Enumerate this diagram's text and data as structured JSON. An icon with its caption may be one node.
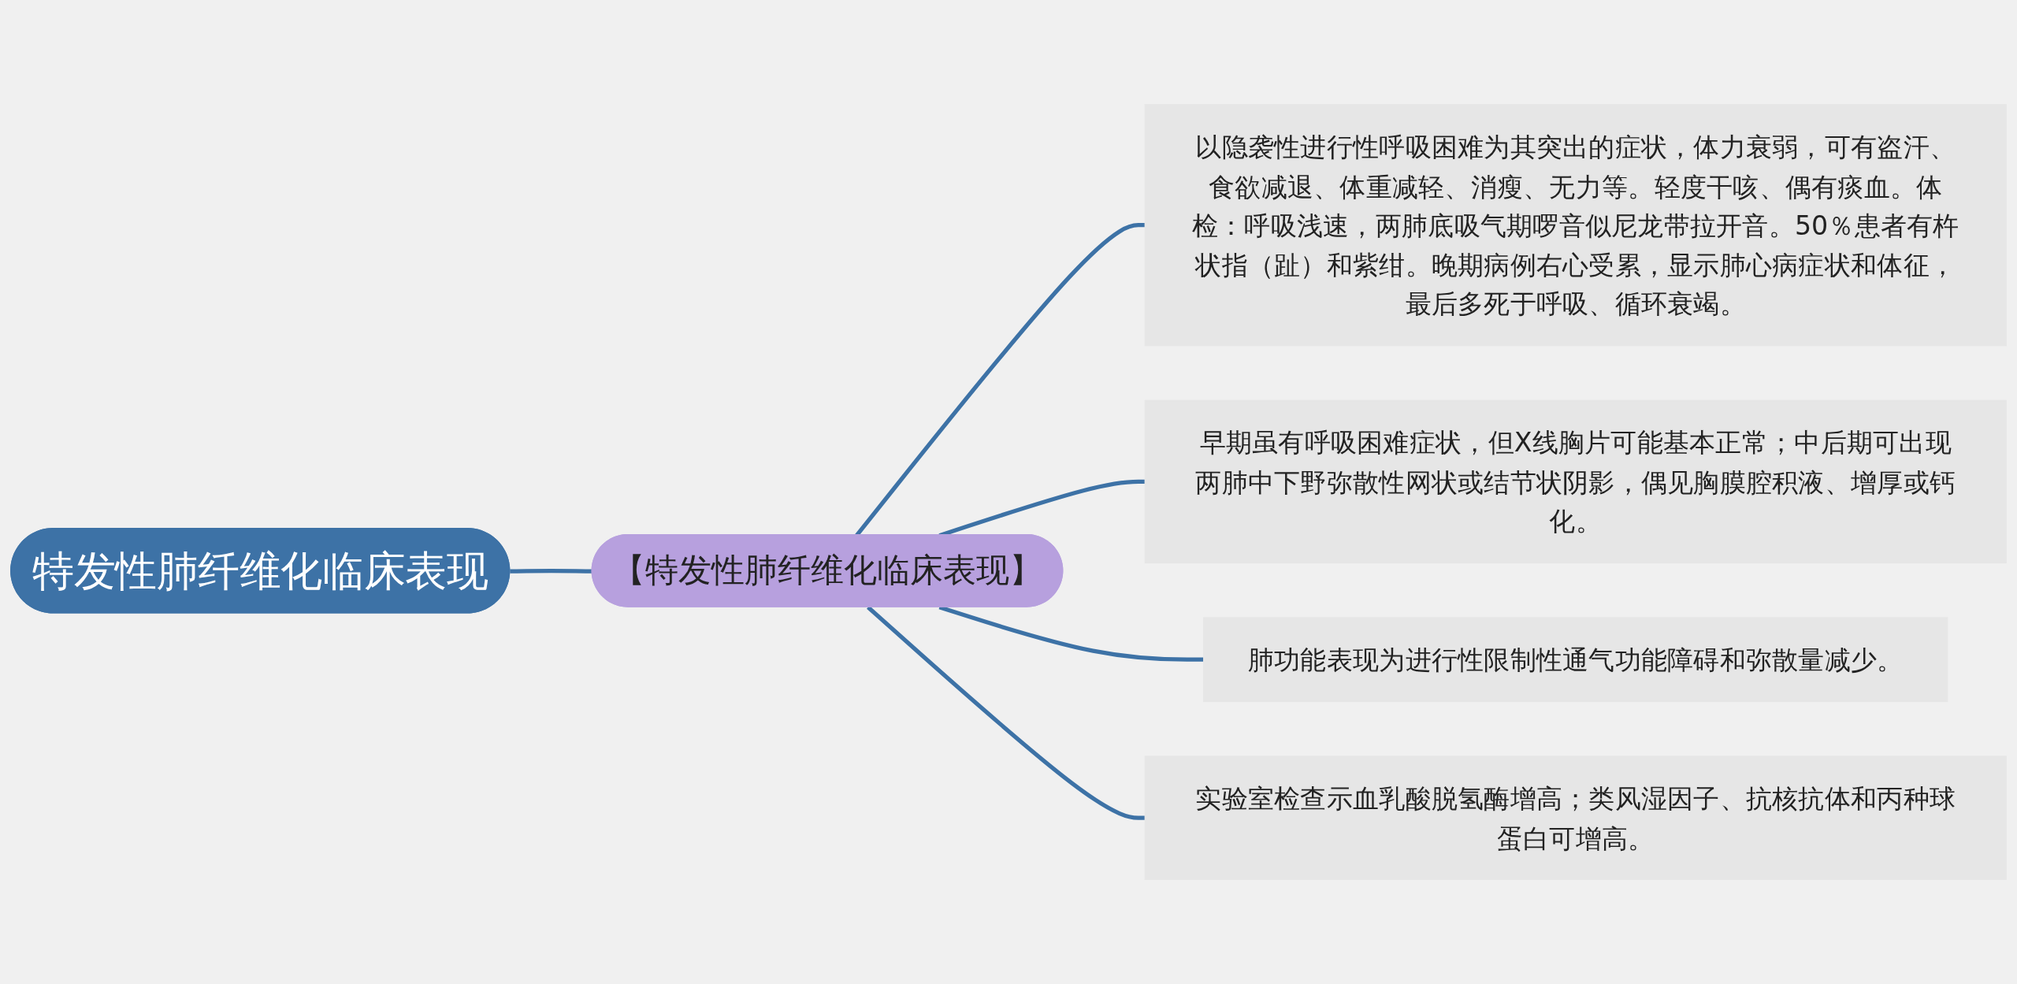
{
  "diagram": {
    "nodes": [
      {
        "text": [
          "特发性肺纤维化临床表现"
        ]
      },
      {
        "text": [
          "【特发性肺纤维化临床表现】"
        ]
      },
      {
        "text": [
          "以隐袭性进行性呼吸困难为其突出的症状，体力衰弱，可有盗汗、食欲减退、体重减轻、消瘦、无力等。轻度干咳、偶有痰血。体检：呼吸浅速，两肺底吸气期啰音似尼龙带拉开音。50％患者有杵状指（趾）和紫绀。晚期病例右心受累，显示肺心病症状和体征，最后多死于呼吸、循环衰竭。"
        ]
      },
      {
        "text": [
          "早期虽有呼吸困难症状，但X线胸片可能基本正常；中后期可出现两肺中下野弥散性网状或结节状阴影，偶见胸膜腔积液、增厚或钙化。"
        ]
      },
      {
        "text": [
          "肺功能表现为进行性限制性通气功能障碍和弥散量减少。"
        ]
      },
      {
        "text": [
          "实验室检查示血乳酸脱氢酶增高；类风湿因子、抗核抗体和丙种球蛋白可增高。"
        ]
      }
    ],
    "edges": [
      {
        "from": 0,
        "to": 1,
        "arrow": "none"
      },
      {
        "from": 1,
        "to": 2,
        "arrow": "none"
      },
      {
        "from": 1,
        "to": 3,
        "arrow": "none"
      },
      {
        "from": 1,
        "to": 4,
        "arrow": "none"
      },
      {
        "from": 1,
        "to": 5,
        "arrow": "none"
      }
    ]
  }
}
